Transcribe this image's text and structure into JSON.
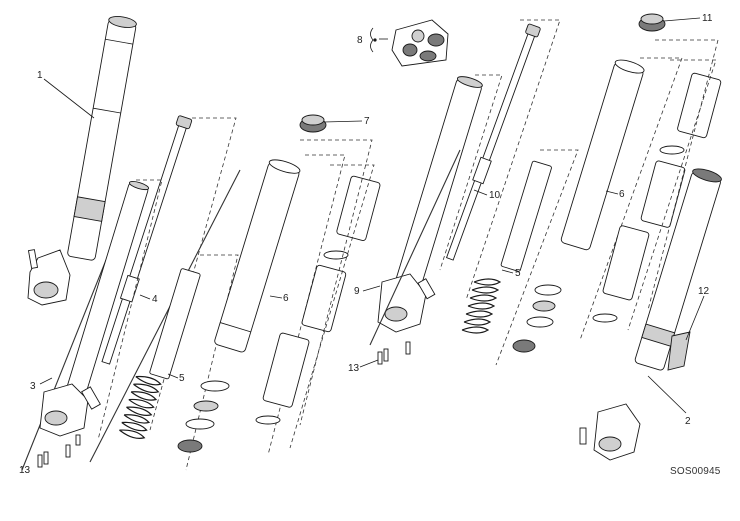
{
  "diagram": {
    "callouts": [
      "1",
      "2",
      "3",
      "4",
      "5",
      "6",
      "7",
      "8",
      "9",
      "10",
      "11",
      "12",
      "13"
    ],
    "drawing_code": "SOS00945"
  }
}
